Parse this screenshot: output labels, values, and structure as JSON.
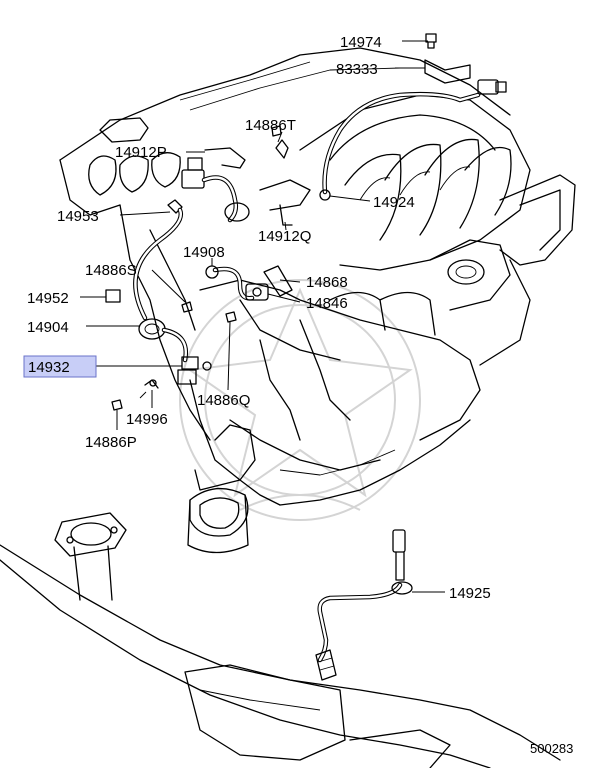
{
  "diagram": {
    "reference_number": "500283",
    "highlight_color": "#c8cef7",
    "highlighted_part": "14932",
    "callouts": [
      {
        "id": "p14974",
        "label": "14974"
      },
      {
        "id": "p83333",
        "label": "83333"
      },
      {
        "id": "p14886T",
        "label": "14886T"
      },
      {
        "id": "p14912P",
        "label": "14912P"
      },
      {
        "id": "p14924",
        "label": "14924"
      },
      {
        "id": "p14953",
        "label": "14953"
      },
      {
        "id": "p14912Q",
        "label": "14912Q"
      },
      {
        "id": "p14908",
        "label": "14908"
      },
      {
        "id": "p14886S",
        "label": "14886S"
      },
      {
        "id": "p14868",
        "label": "14868"
      },
      {
        "id": "p14952",
        "label": "14952"
      },
      {
        "id": "p14846",
        "label": "14846"
      },
      {
        "id": "p14904",
        "label": "14904"
      },
      {
        "id": "p14932",
        "label": "14932"
      },
      {
        "id": "p14886Q",
        "label": "14886Q"
      },
      {
        "id": "p14996",
        "label": "14996"
      },
      {
        "id": "p14886P",
        "label": "14886P"
      },
      {
        "id": "p14925",
        "label": "14925"
      }
    ]
  }
}
